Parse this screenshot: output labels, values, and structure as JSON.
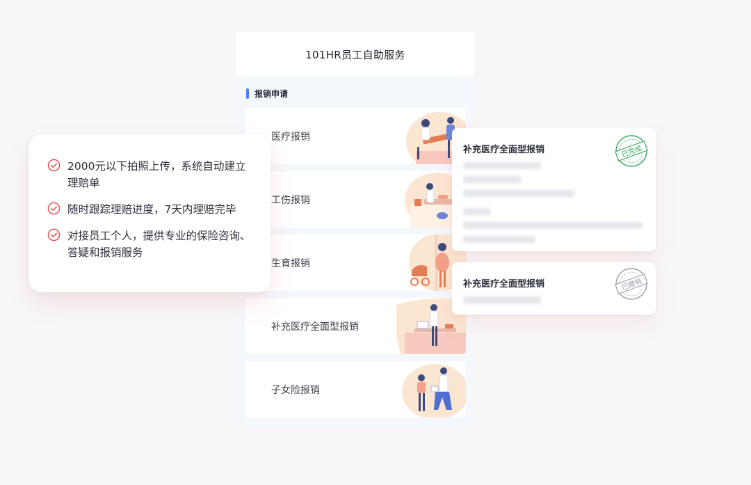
{
  "app": {
    "title": "101HR员工自助服务"
  },
  "section": {
    "title": "报销申请"
  },
  "claims": [
    {
      "label": "医疗报销",
      "illustration": "doctor-patient-icon"
    },
    {
      "label": "工伤报销",
      "illustration": "injury-bed-icon"
    },
    {
      "label": "生育报销",
      "illustration": "pregnancy-stroller-icon"
    },
    {
      "label": "补充医疗全面型报销",
      "illustration": "doctor-desk-icon"
    },
    {
      "label": "子女险报销",
      "illustration": "child-doctor-icon"
    }
  ],
  "features": [
    {
      "text": "2000元以下拍照上传，系统自动建立理赔单",
      "icon": "check-circle-icon"
    },
    {
      "text": "随时跟踪理赔进度，7天内理赔完毕",
      "icon": "check-circle-icon"
    },
    {
      "text": "对接员工个人，提供专业的保险咨询、答疑和报销服务",
      "icon": "check-circle-icon"
    }
  ],
  "details": [
    {
      "title": "补充医疗全面型报销",
      "stamp": "已完成",
      "stamp_color": "#3aa765"
    },
    {
      "title": "补充医疗全面型报销",
      "stamp": "已撤销",
      "stamp_color": "#9aa0a8"
    }
  ],
  "colors": {
    "accent": "#4f7cff",
    "check": "#e0525c",
    "illustration_bg": "#fbe6d2"
  }
}
